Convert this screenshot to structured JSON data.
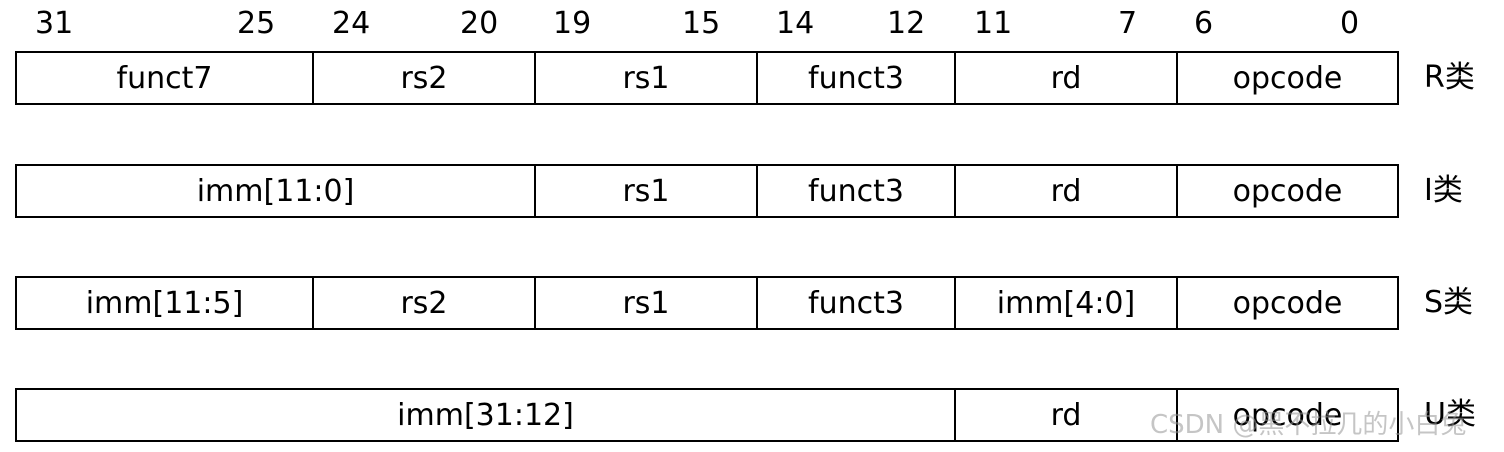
{
  "bit_labels": [
    "31",
    "25",
    "24",
    "20",
    "19",
    "15",
    "14",
    "12",
    "11",
    "7",
    "6",
    "0"
  ],
  "formats": [
    {
      "type_label": "R类",
      "fields": [
        "funct7",
        "rs2",
        "rs1",
        "funct3",
        "rd",
        "opcode"
      ]
    },
    {
      "type_label": "I类",
      "fields": [
        "imm[11:0]",
        "rs1",
        "funct3",
        "rd",
        "opcode"
      ]
    },
    {
      "type_label": "S类",
      "fields": [
        "imm[11:5]",
        "rs2",
        "rs1",
        "funct3",
        "imm[4:0]",
        "opcode"
      ]
    },
    {
      "type_label": "U类",
      "fields": [
        "imm[31:12]",
        "rd",
        "opcode"
      ]
    }
  ],
  "watermark": "CSDN @黑不拉几的小白兔"
}
